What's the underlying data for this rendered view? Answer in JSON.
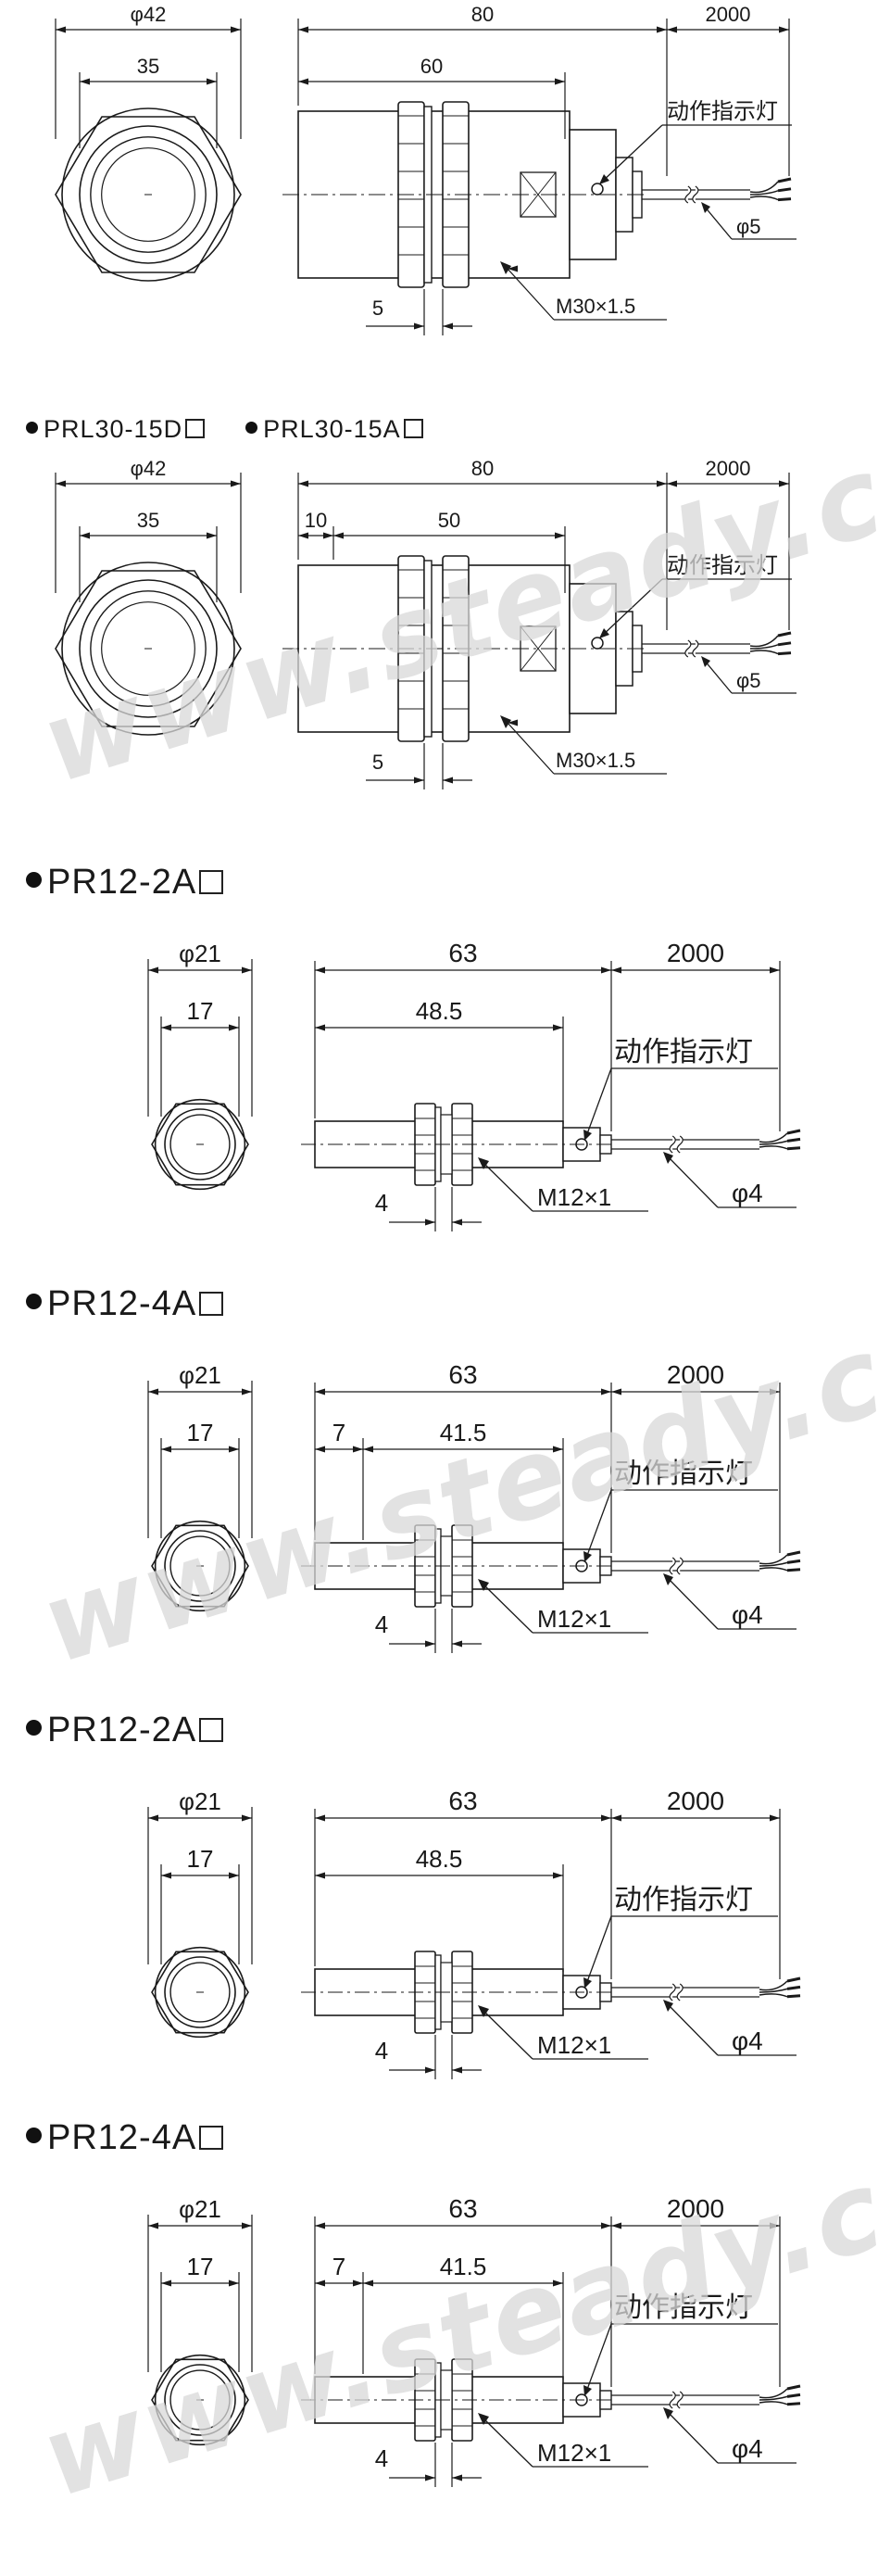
{
  "labels": {
    "indicator": "动作指示灯",
    "watermark": "www.steady.com"
  },
  "sections": [
    {
      "type": "m30",
      "heading": [],
      "dims": {
        "outer": "φ42",
        "inner": "35",
        "length": "80",
        "mid": "60",
        "cable": "2000",
        "cable_dia": "φ5",
        "nut": "5",
        "thread": "M30×1.5"
      },
      "has_seg": false,
      "watermark": false
    },
    {
      "type": "m30",
      "heading": [
        "PRL30-15D",
        "PRL30-15A"
      ],
      "dims": {
        "outer": "φ42",
        "inner": "35",
        "length": "80",
        "seg": "10",
        "mid": "50",
        "cable": "2000",
        "cable_dia": "φ5",
        "nut": "5",
        "thread": "M30×1.5"
      },
      "has_seg": true,
      "watermark": true
    },
    {
      "type": "m12",
      "heading": [
        "PR12-2A"
      ],
      "dims": {
        "outer": "φ21",
        "inner": "17",
        "length": "63",
        "mid": "48.5",
        "cable": "2000",
        "cable_dia": "φ4",
        "nut": "4",
        "thread": "M12×1"
      },
      "has_seg": false,
      "watermark": false
    },
    {
      "type": "m12",
      "heading": [
        "PR12-4A"
      ],
      "dims": {
        "outer": "φ21",
        "inner": "17",
        "length": "63",
        "seg": "7",
        "mid": "41.5",
        "cable": "2000",
        "cable_dia": "φ4",
        "nut": "4",
        "thread": "M12×1"
      },
      "has_seg": true,
      "watermark": true
    },
    {
      "type": "m12",
      "heading": [
        "PR12-2A"
      ],
      "dims": {
        "outer": "φ21",
        "inner": "17",
        "length": "63",
        "mid": "48.5",
        "cable": "2000",
        "cable_dia": "φ4",
        "nut": "4",
        "thread": "M12×1"
      },
      "has_seg": false,
      "watermark": false
    },
    {
      "type": "m12",
      "heading": [
        "PR12-4A"
      ],
      "dims": {
        "outer": "φ21",
        "inner": "17",
        "length": "63",
        "seg": "7",
        "mid": "41.5",
        "cable": "2000",
        "cable_dia": "φ4",
        "nut": "4",
        "thread": "M12×1"
      },
      "has_seg": true,
      "watermark": true
    }
  ]
}
